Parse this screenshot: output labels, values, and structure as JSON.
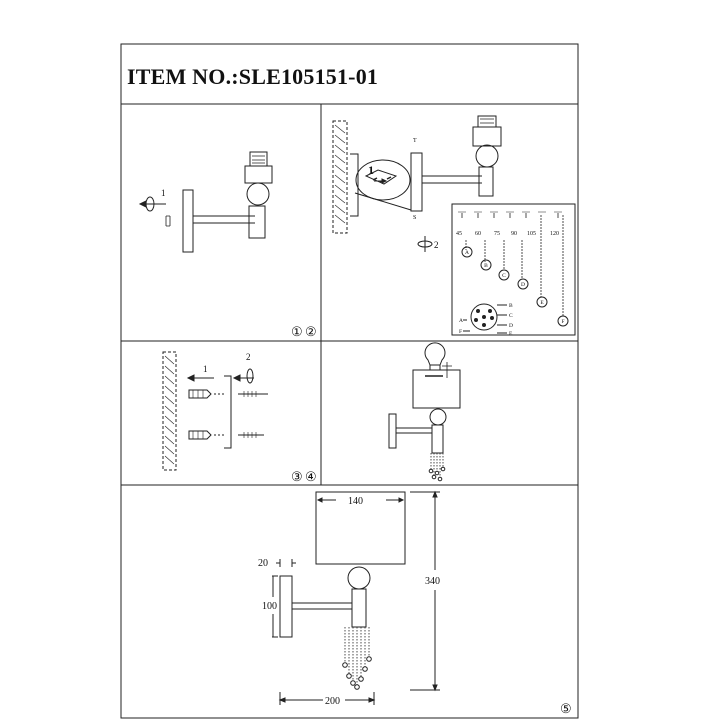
{
  "title": "ITEM NO.:SLE105151-01",
  "steps": {
    "s1": "①",
    "s2": "②",
    "s3": "③",
    "s4": "④",
    "s5": "⑤"
  },
  "step1": {
    "arrow_num": "1"
  },
  "step2": {
    "arrow_num": "2",
    "inset_num": "1",
    "lengths": [
      "45",
      "60",
      "75",
      "90",
      "105",
      "120"
    ],
    "hangers": [
      "A",
      "B",
      "C",
      "D",
      "E",
      "F"
    ],
    "connector": [
      "A",
      "B",
      "C",
      "D",
      "E",
      "F"
    ]
  },
  "step3": {
    "arrow1": "1",
    "arrow2": "2"
  },
  "dimensions": {
    "shade_width": "140",
    "height": "340",
    "plate_depth": "20",
    "plate_height": "100",
    "projection": "200"
  }
}
